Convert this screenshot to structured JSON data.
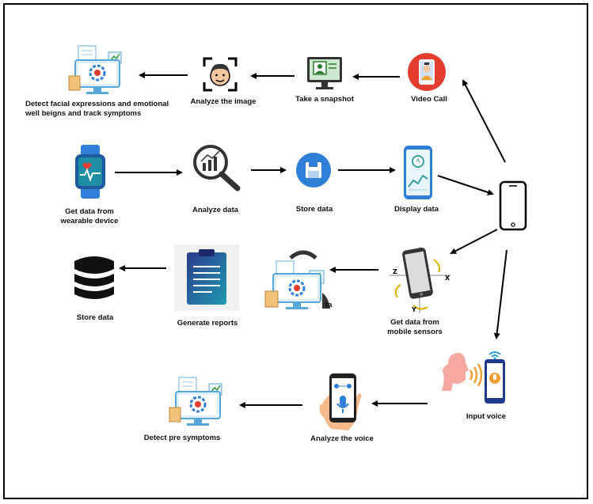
{
  "nodes": {
    "detect_facial": {
      "label_line1": "Detect facial expressions and emotional",
      "label_line2": "well beigns and track symptoms"
    },
    "analyze_image": {
      "label": "Analyze the image"
    },
    "take_snapshot": {
      "label": "Take a snapshot"
    },
    "video_call": {
      "label": "Video Call"
    },
    "wearable": {
      "label_line1": "Get data from",
      "label_line2": "wearable device"
    },
    "analyze_data": {
      "label": "Analyze data"
    },
    "store_data_mid": {
      "label": "Store data"
    },
    "display_data": {
      "label": "Display data"
    },
    "store_data_left": {
      "label": "Store data"
    },
    "generate_reports": {
      "label": "Generate reports"
    },
    "analyze_partial": {
      "label": "ta"
    },
    "mobile_sensors": {
      "label_line1": "Get data from",
      "label_line2": "mobile sensors",
      "axis_x": "X",
      "axis_y": "Y",
      "axis_z": "Z"
    },
    "input_voice": {
      "label": "Input voice"
    },
    "analyze_voice": {
      "label": "Analyze the voice"
    },
    "detect_pre": {
      "label": "Detect pre symptoms"
    }
  },
  "colors": {
    "blue": "#2f7fd6",
    "teal": "#1f8fa6",
    "red": "#e23d2e",
    "orange": "#f0a135",
    "skin": "#f5c7a0",
    "dark": "#222222"
  }
}
